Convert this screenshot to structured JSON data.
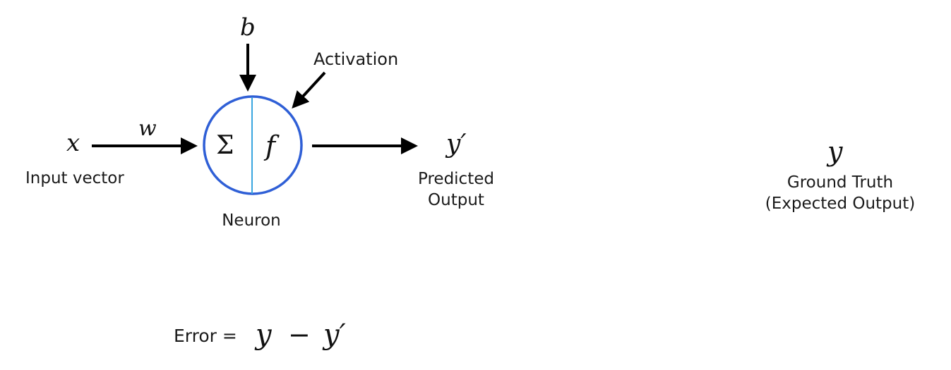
{
  "neuron": {
    "input_symbol": "x",
    "weight_symbol": "w",
    "bias_symbol": "b",
    "sum_symbol": "Σ",
    "activation_symbol": "f",
    "output_symbol": "y′",
    "activation_label": "Activation",
    "input_label": "Input vector",
    "neuron_label": "Neuron",
    "predicted_label_line1": "Predicted",
    "predicted_label_line2": "Output"
  },
  "ground_truth": {
    "symbol": "y",
    "label_line1": "Ground Truth",
    "label_line2": "(Expected Output)"
  },
  "error": {
    "label": "Error =",
    "lhs": "y",
    "operator": "−",
    "rhs": "y′"
  },
  "colors": {
    "circle_stroke": "#2f5fd6",
    "divider": "#3aa6e0",
    "arrow": "#000000"
  }
}
